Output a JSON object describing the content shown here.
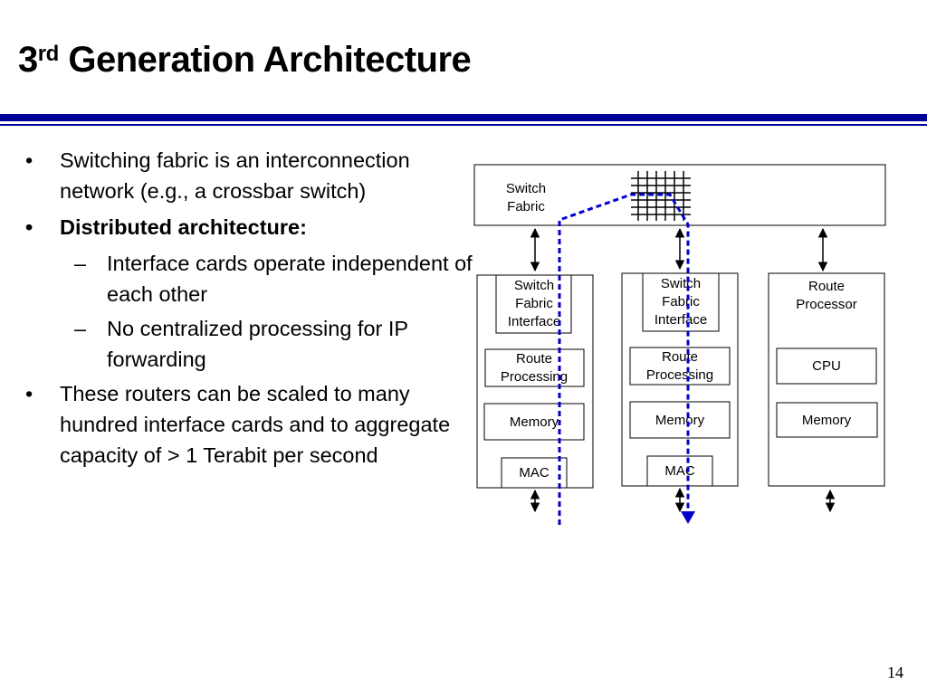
{
  "title": {
    "main": "3",
    "sup": "rd",
    "rest": " Generation Architecture"
  },
  "colors": {
    "rule": "#000099",
    "path": "#0000cc",
    "line": "#000000"
  },
  "bullets": [
    {
      "level": 1,
      "marker": "•",
      "text": "Switching fabric is an interconnection network (e.g., a crossbar switch)",
      "bold": false
    },
    {
      "level": 1,
      "marker": "•",
      "text": "Distributed architecture:",
      "bold": true
    },
    {
      "level": 2,
      "marker": "–",
      "text": "Interface cards operate independent of each other",
      "bold": false
    },
    {
      "level": 2,
      "marker": "–",
      "text": "No centralized processing for IP forwarding",
      "bold": false
    },
    {
      "level": 1,
      "marker": "•",
      "text": "These routers can be scaled to many hundred interface cards and to aggregate capacity of > 1 Terabit per second",
      "bold": false
    }
  ],
  "diagram": {
    "switch_fabric": {
      "line1": "Switch",
      "line2": "Fabric"
    },
    "card1": {
      "sfi": [
        "Switch",
        "Fabric",
        "Interface"
      ],
      "route": [
        "Route",
        "Processing"
      ],
      "memory": "Memory",
      "mac": "MAC"
    },
    "card2": {
      "sfi": [
        "Switch",
        "Fabric",
        "Interface"
      ],
      "route": [
        "Route",
        "Processing"
      ],
      "memory": "Memory",
      "mac": "MAC"
    },
    "route_processor": {
      "title": [
        "Route",
        "Processor"
      ],
      "cpu": "CPU",
      "memory": "Memory"
    }
  },
  "page_number": "14"
}
